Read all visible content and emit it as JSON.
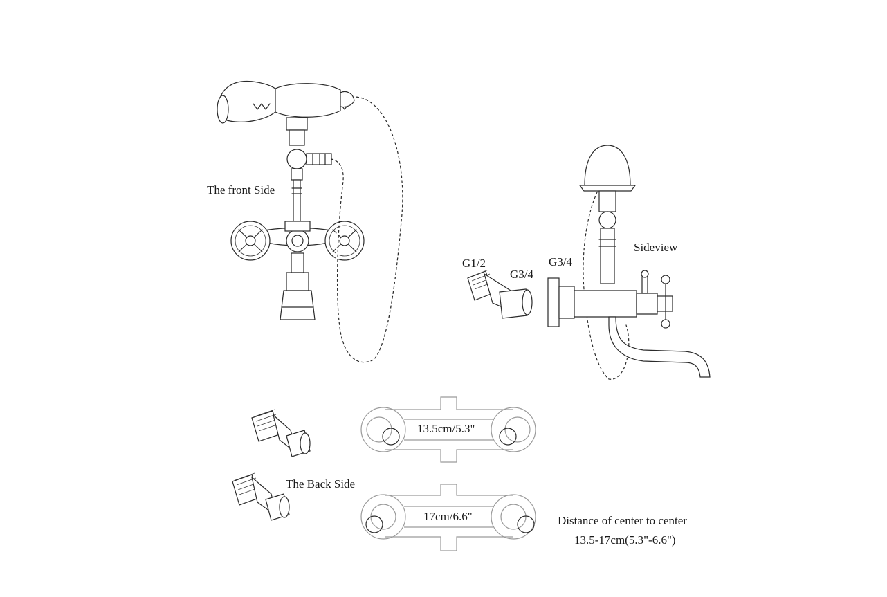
{
  "labels": {
    "front_side": "The front Side",
    "sideview": "Sideview",
    "g12": "G1/2",
    "g34_adapter": "G3/4",
    "g34_body": "G3/4",
    "back_side": "The Back Side",
    "dim_small": "13.5cm/5.3\"",
    "dim_large": "17cm/6.6\"",
    "center_note_line1": "Distance of center to center",
    "center_note_line2": "13.5-17cm(5.3\"-6.6\")"
  }
}
